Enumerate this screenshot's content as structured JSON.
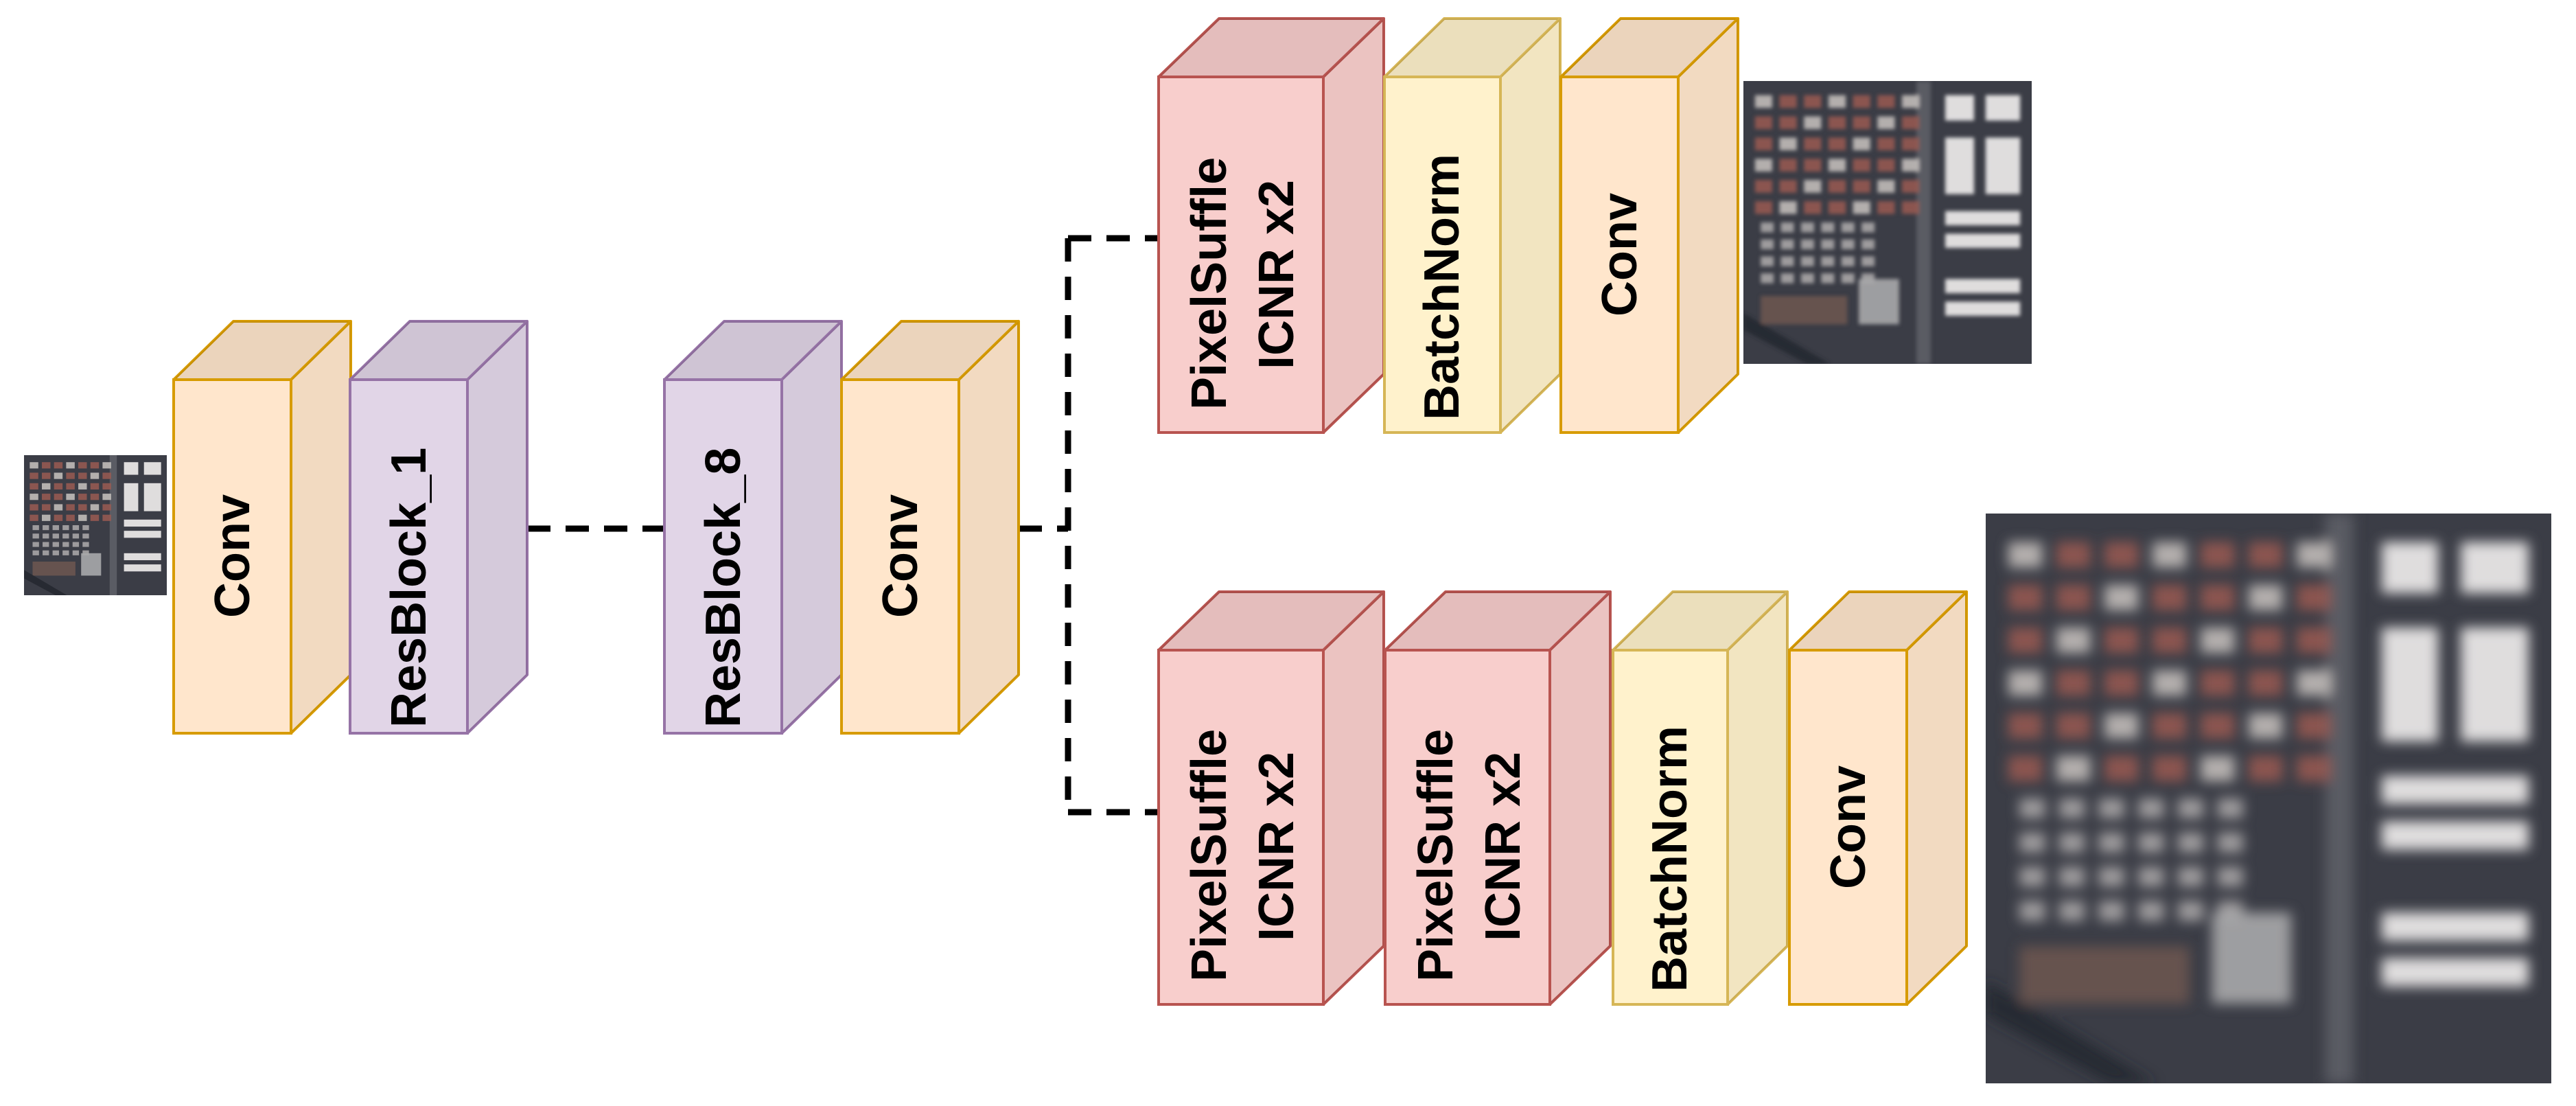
{
  "colors": {
    "conv_fill": "#ffe6cc",
    "conv_stroke": "#d79b00",
    "resblock_fill": "#e1d5e7",
    "resblock_stroke": "#9673a6",
    "pixelshuffle_fill": "#f8cecc",
    "pixelshuffle_stroke": "#b85450",
    "batchnorm_fill": "#fff2cc",
    "batchnorm_stroke": "#d6b656",
    "connector": "#000000",
    "satellite_dark": "#3b3d46",
    "satellite_roof": "#9a5a52",
    "satellite_light": "#e8e6e6"
  },
  "images": {
    "input": "satellite-image-input",
    "output_x2": "satellite-image-x2",
    "output_x4": "satellite-image-x4"
  },
  "trunk": {
    "conv_in": {
      "label": "Conv"
    },
    "resblock_first": {
      "label": "ResBlock_1"
    },
    "resblock_last": {
      "label": "ResBlock_8"
    },
    "conv_out": {
      "label": "Conv"
    }
  },
  "head_x2": {
    "pixelshuffle": {
      "line1": "PixelSuffle",
      "line2": "ICNR x2"
    },
    "batchnorm": {
      "label": "BatchNorm"
    },
    "conv": {
      "label": "Conv"
    }
  },
  "head_x4": {
    "pixelshuffle_a": {
      "line1": "PixelSuffle",
      "line2": "ICNR x2"
    },
    "pixelshuffle_b": {
      "line1": "PixelSuffle",
      "line2": "ICNR x2"
    },
    "batchnorm": {
      "label": "BatchNorm"
    },
    "conv": {
      "label": "Conv"
    }
  }
}
